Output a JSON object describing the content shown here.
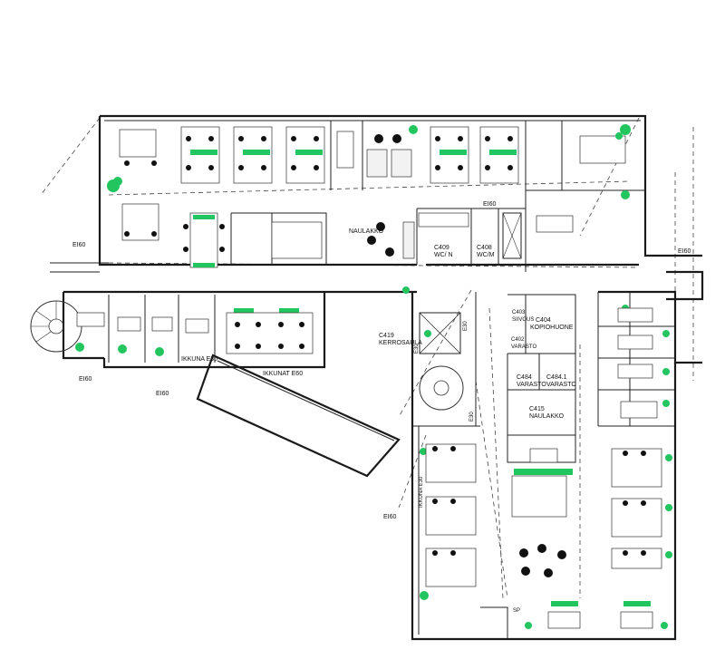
{
  "plan": {
    "colors": {
      "wall": "#1a1a1a",
      "plant": "#22c55e",
      "furniture": "#111111"
    },
    "labels": {
      "e60_left": "EI60",
      "e60_lower_left": "EI60",
      "e60_top_right": "EI60",
      "e60_right_mid": "EI60",
      "e60_lower_mid": "EI60",
      "e60_corridor": "EI60",
      "naulakko_top": "NAULAKKO",
      "c409_wcn": "C409\nWC/ N",
      "c409_wcn_line1": "C409",
      "c409_wcn_line2": "WC/ N",
      "c408_line1": "C408",
      "c408_line2": "WC/M",
      "ikkuna_e30": "IKKUNA E30",
      "ikkunat_e60": "IKKUNAT E60",
      "c419_line1": "C419",
      "c419_line2": "KERROSAULA",
      "c403_line1": "C403",
      "c403_line2": "SIIVOUS",
      "c404_line1": "C404",
      "c404_line2": "KOPIOHUONE",
      "c402_line1": "C402",
      "c402_line2": "VARASTO",
      "c484_line1": "C484",
      "c484_line2": "VARASTO",
      "c4841_line1": "C484.1",
      "c4841_line2": "VARASTO",
      "c415_line1": "C415",
      "c415_line2": "NAULAKKO",
      "ikkuna_e30_vertical": "IKKUNA E30",
      "sp": "SP",
      "e30_a": "E30",
      "e30_b": "E30",
      "e30_c": "E30"
    }
  }
}
